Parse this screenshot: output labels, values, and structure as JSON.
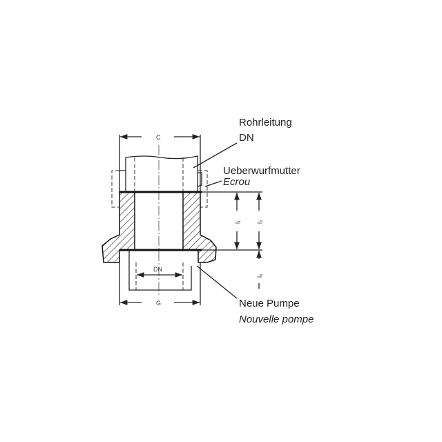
{
  "labels": {
    "pipe_de": "Rohrleitung",
    "pipe_dn": "DN",
    "nut_de": "Ueberwurfmutter",
    "nut_fr": "Ecrou",
    "pump_de": "Neue Pumpe",
    "pump_fr": "Nouvelle pompe"
  },
  "dimensions": {
    "c": "C",
    "g": "G",
    "dn": "DN",
    "l1": "l₁",
    "l2": "l₂",
    "l6": "l₆"
  }
}
